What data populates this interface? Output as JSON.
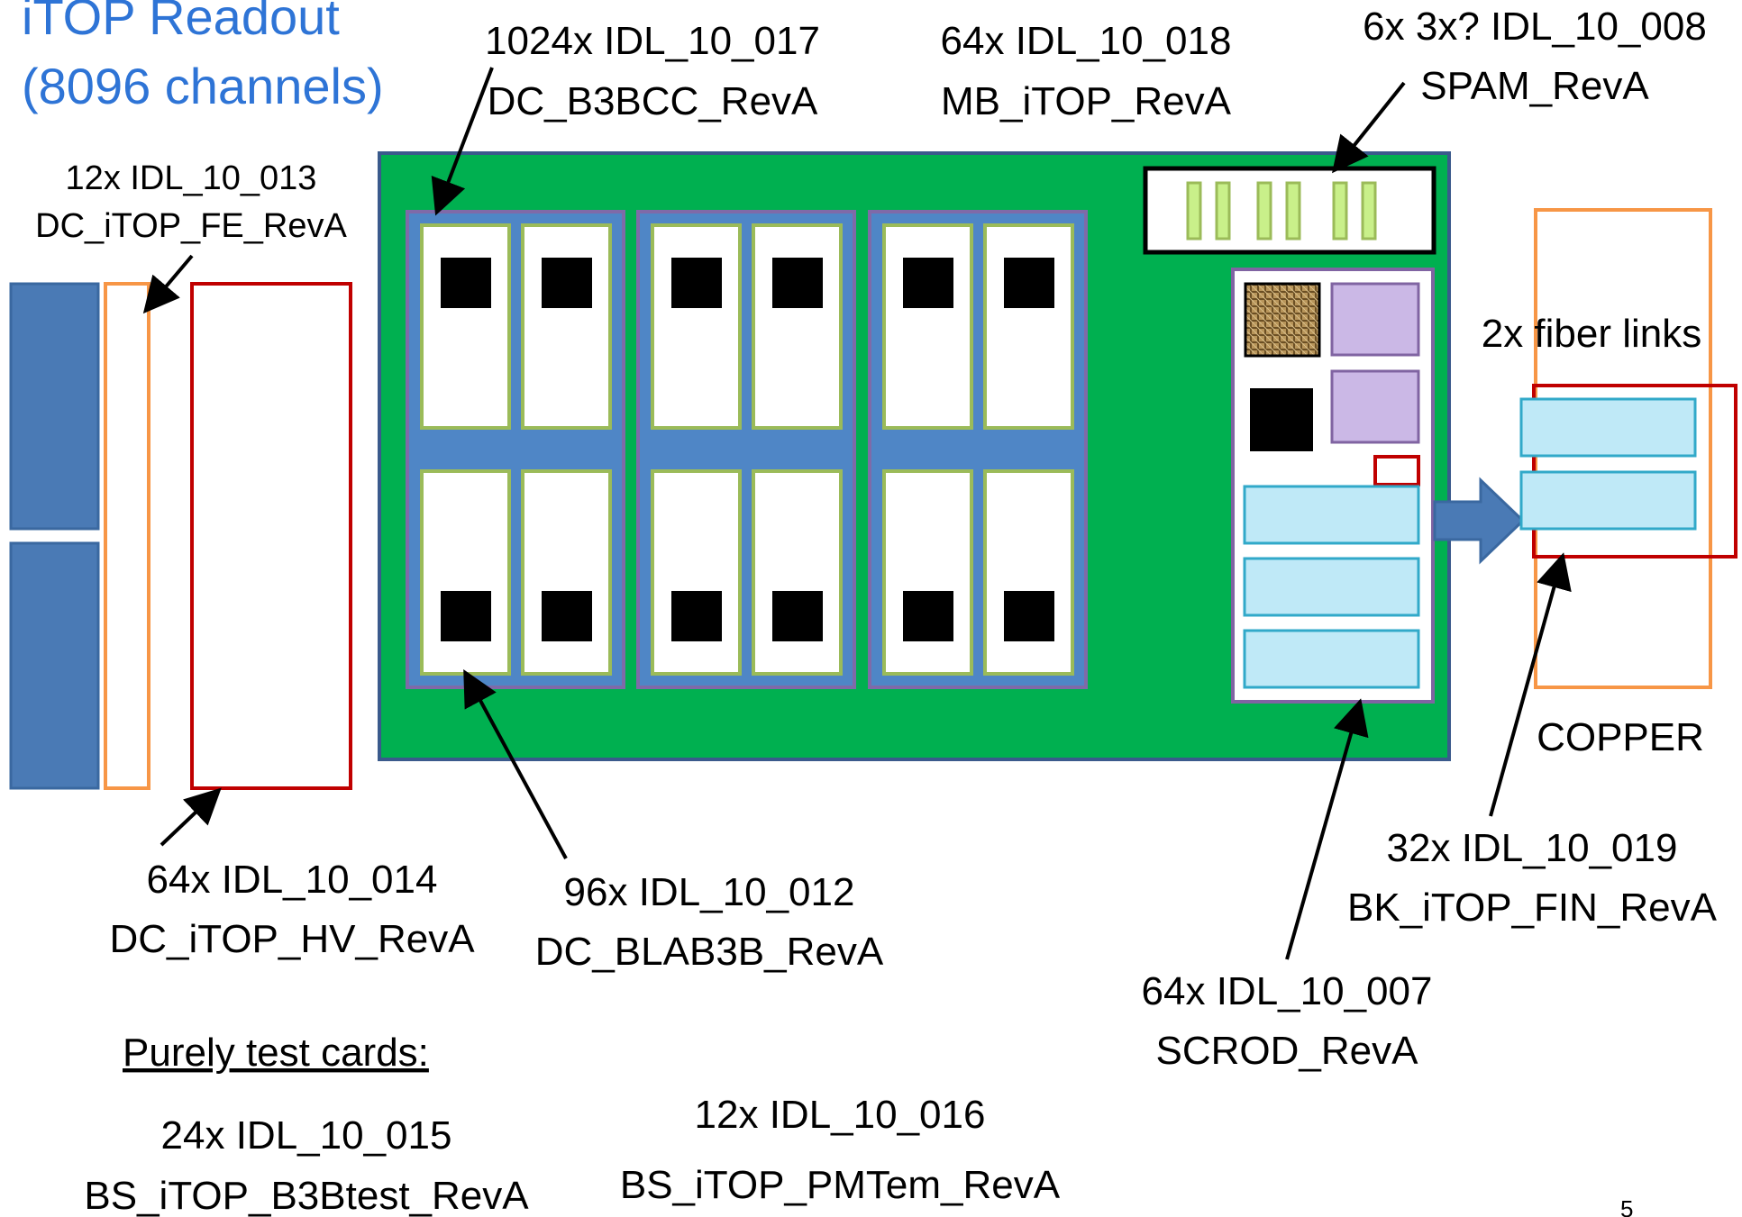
{
  "colors": {
    "title": "#2e74d6",
    "board_green": "#00b050",
    "tray_blue": "#4f86c6",
    "module_steel": "#4a7ab5",
    "orange": "#f79646",
    "red": "#c00000",
    "card_border": "#9bbb59",
    "chip": "#000000",
    "lavender": "#cbb8e6",
    "lavender_border": "#8064a2",
    "cyan": "#bfe9f7",
    "cyan_border": "#31a9c9",
    "led_fill": "#c9f08a",
    "arrow": "#4a7ab5"
  },
  "title": {
    "line1": "iTOP Readout",
    "line2": "(8096 channels)"
  },
  "labels": {
    "fe": {
      "line1": "12x IDL_10_013",
      "line2": "DC_iTOP_FE_RevA"
    },
    "b3bcc": {
      "line1": "1024x IDL_10_017",
      "line2": "DC_B3BCC_RevA"
    },
    "mb": {
      "line1": "64x IDL_10_018",
      "line2": "MB_iTOP_RevA"
    },
    "spam": {
      "line1": "6x 3x? IDL_10_008",
      "line2": "SPAM_RevA"
    },
    "fiber": "2x fiber links",
    "copper": "COPPER",
    "hv": {
      "line1": "64x IDL_10_014",
      "line2": "DC_iTOP_HV_RevA"
    },
    "blab3b": {
      "line1": "96x IDL_10_012",
      "line2": "DC_BLAB3B_RevA"
    },
    "fin": {
      "line1": "32x IDL_10_019",
      "line2": "BK_iTOP_FIN_RevA"
    },
    "scrod": {
      "line1": "64x IDL_10_007",
      "line2": "SCROD_RevA"
    },
    "test_heading": "Purely test cards:",
    "b3btest": {
      "line1": "24x IDL_10_015",
      "line2": "BS_iTOP_B3Btest_RevA"
    },
    "pmtem": {
      "line1": "12x IDL_10_016",
      "line2": "BS_iTOP_PMTem_RevA"
    },
    "page_number": "5"
  }
}
